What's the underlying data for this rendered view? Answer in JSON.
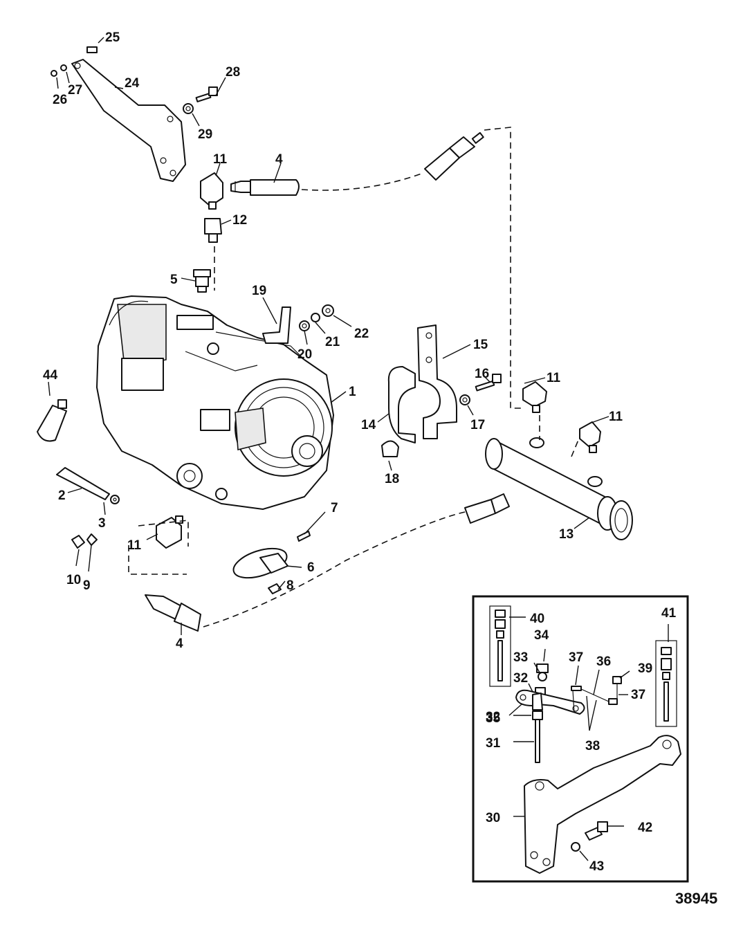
{
  "figure_number": "38945",
  "callouts": [
    {
      "id": "c1",
      "text": "1"
    },
    {
      "id": "c2",
      "text": "2"
    },
    {
      "id": "c3",
      "text": "3"
    },
    {
      "id": "c4a",
      "text": "4"
    },
    {
      "id": "c4b",
      "text": "4"
    },
    {
      "id": "c5",
      "text": "5"
    },
    {
      "id": "c6",
      "text": "6"
    },
    {
      "id": "c7",
      "text": "7"
    },
    {
      "id": "c8",
      "text": "8"
    },
    {
      "id": "c9",
      "text": "9"
    },
    {
      "id": "c10",
      "text": "10"
    },
    {
      "id": "c11a",
      "text": "11"
    },
    {
      "id": "c11b",
      "text": "11"
    },
    {
      "id": "c11c",
      "text": "11"
    },
    {
      "id": "c11d",
      "text": "11"
    },
    {
      "id": "c12",
      "text": "12"
    },
    {
      "id": "c13",
      "text": "13"
    },
    {
      "id": "c14",
      "text": "14"
    },
    {
      "id": "c15",
      "text": "15"
    },
    {
      "id": "c16",
      "text": "16"
    },
    {
      "id": "c17",
      "text": "17"
    },
    {
      "id": "c18",
      "text": "18"
    },
    {
      "id": "c19",
      "text": "19"
    },
    {
      "id": "c20",
      "text": "20"
    },
    {
      "id": "c21",
      "text": "21"
    },
    {
      "id": "c22",
      "text": "22"
    },
    {
      "id": "c24",
      "text": "24"
    },
    {
      "id": "c25",
      "text": "25"
    },
    {
      "id": "c26",
      "text": "26"
    },
    {
      "id": "c27",
      "text": "27"
    },
    {
      "id": "c28",
      "text": "28"
    },
    {
      "id": "c29",
      "text": "29"
    },
    {
      "id": "c30",
      "text": "30"
    },
    {
      "id": "c31",
      "text": "31"
    },
    {
      "id": "c32a",
      "text": "32"
    },
    {
      "id": "c32b",
      "text": "32"
    },
    {
      "id": "c33",
      "text": "33"
    },
    {
      "id": "c34",
      "text": "34"
    },
    {
      "id": "c35",
      "text": "35"
    },
    {
      "id": "c36",
      "text": "36"
    },
    {
      "id": "c37a",
      "text": "37"
    },
    {
      "id": "c37b",
      "text": "37"
    },
    {
      "id": "c38",
      "text": "38"
    },
    {
      "id": "c39",
      "text": "39"
    },
    {
      "id": "c40",
      "text": "40"
    },
    {
      "id": "c41",
      "text": "41"
    },
    {
      "id": "c42",
      "text": "42"
    },
    {
      "id": "c43",
      "text": "43"
    },
    {
      "id": "c44",
      "text": "44"
    }
  ]
}
